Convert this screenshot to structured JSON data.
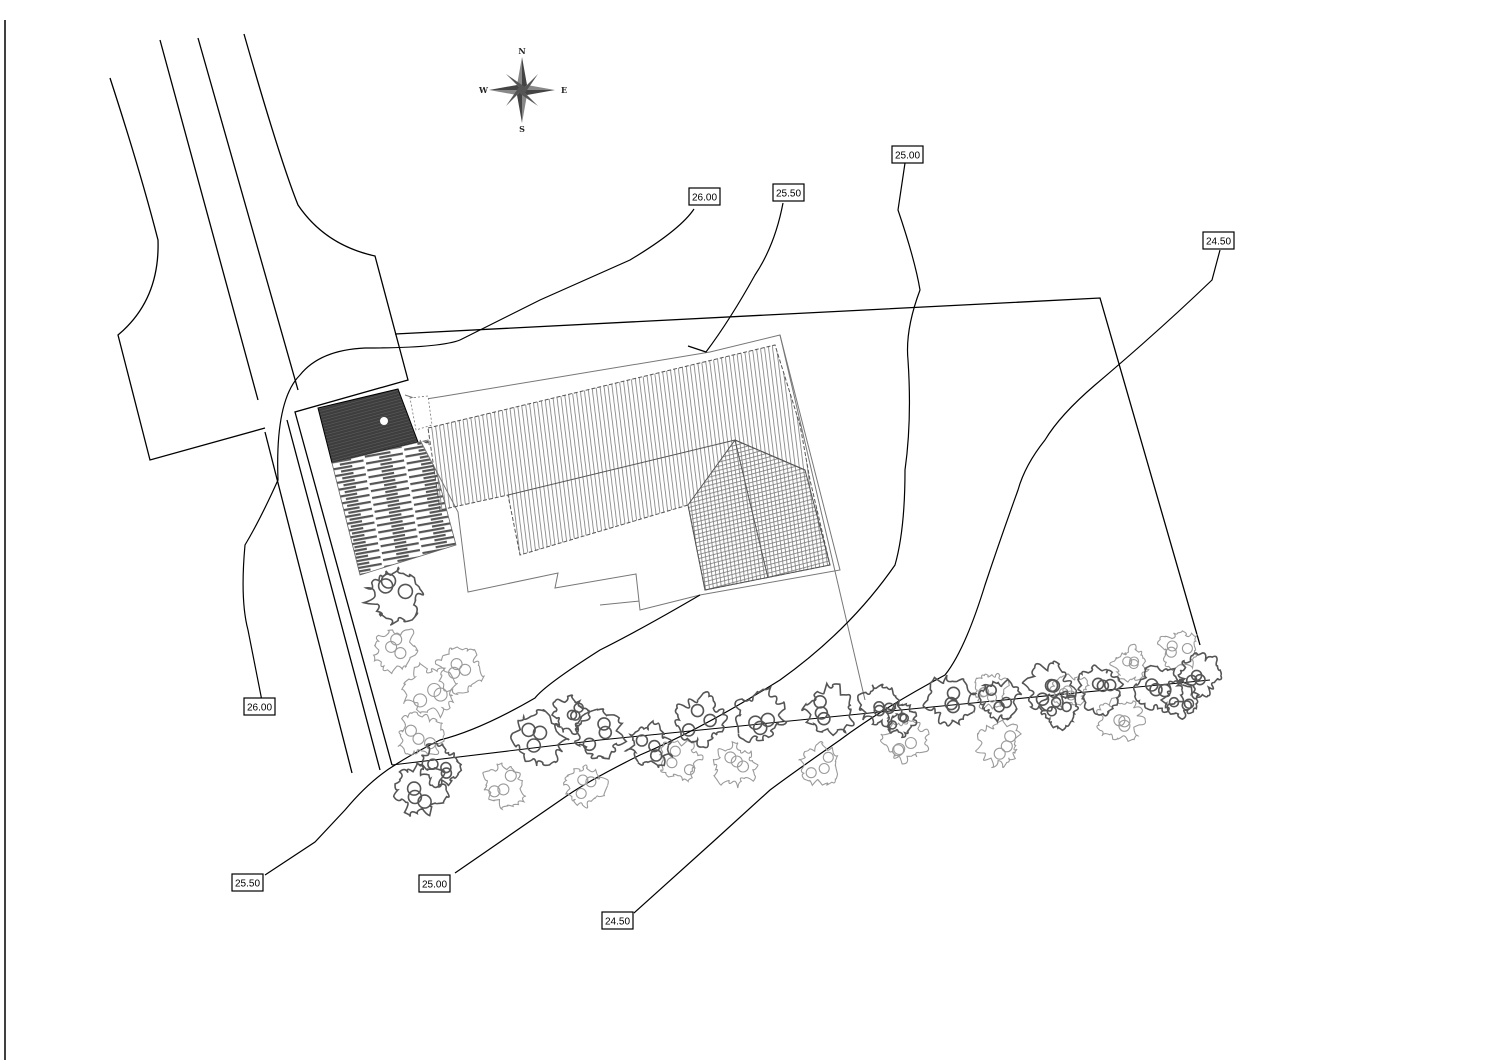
{
  "compass": {
    "north": "N",
    "south": "S",
    "east": "E",
    "west": "W"
  },
  "contour_labels": [
    {
      "id": "label-26-00-top",
      "text": "26.00"
    },
    {
      "id": "label-25-50-top",
      "text": "25.50"
    },
    {
      "id": "label-25-00-top",
      "text": "25.00"
    },
    {
      "id": "label-24-50-top",
      "text": "24.50"
    },
    {
      "id": "label-26-00-left",
      "text": "26.00"
    },
    {
      "id": "label-25-50-bottom",
      "text": "25.50"
    },
    {
      "id": "label-25-00-bottom",
      "text": "25.00"
    },
    {
      "id": "label-24-50-bottom",
      "text": "24.50"
    }
  ],
  "colors": {
    "line": "#000000",
    "roof": "#8a8a8a",
    "paving": "#444444",
    "trees": "#555555",
    "trees_light": "#9a9a9a"
  }
}
